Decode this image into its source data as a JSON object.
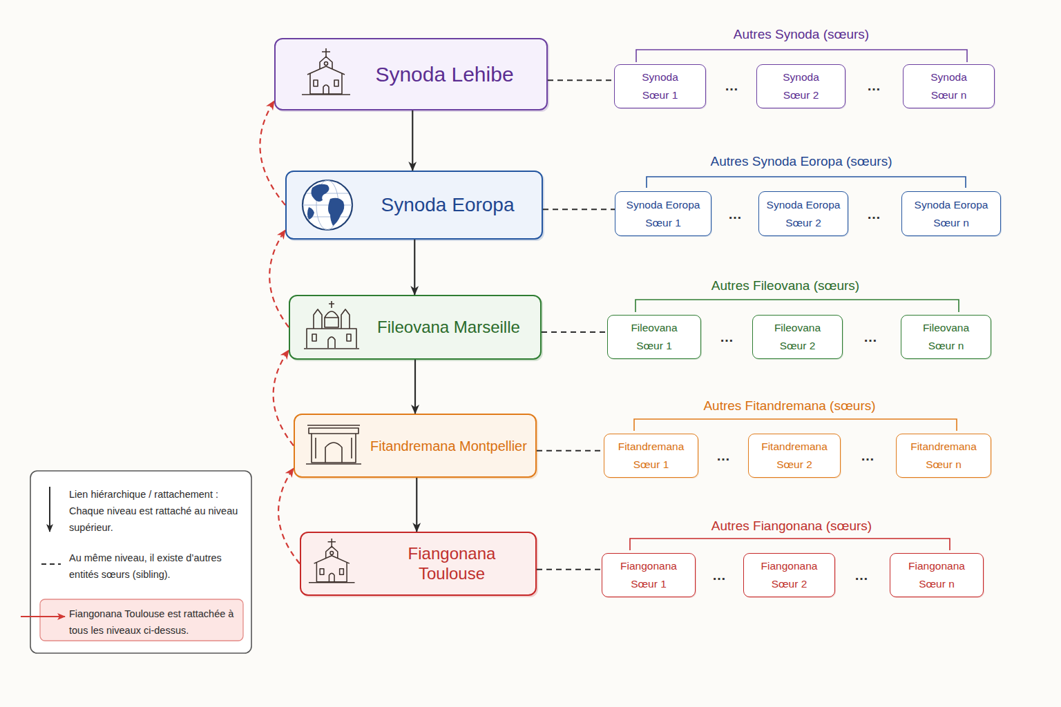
{
  "diagram": {
    "nodes": [
      {
        "text": [
          "Synoda Lehibe"
        ]
      },
      {
        "text": [
          "Synoda Sœur 1"
        ]
      },
      {
        "text": [
          "Synoda Sœur 2"
        ]
      },
      {
        "text": [
          "Synoda Sœur n"
        ]
      },
      {
        "text": [
          "Synoda Eoropa"
        ]
      },
      {
        "text": [
          "Synoda Eoropa Sœur 1"
        ]
      },
      {
        "text": [
          "Synoda Eoropa Sœur 2"
        ]
      },
      {
        "text": [
          "Synoda Eoropa Sœur n"
        ]
      },
      {
        "text": [
          "Fileovana Marseille"
        ]
      },
      {
        "text": [
          "Fileovana Sœur 1"
        ]
      },
      {
        "text": [
          "Fileovana Sœur 2"
        ]
      },
      {
        "text": [
          "Fileovana Sœur n"
        ]
      },
      {
        "text": [
          "Fitandremana Montpellier"
        ]
      },
      {
        "text": [
          "Fitandremana Sœur 1"
        ]
      },
      {
        "text": [
          "Fitandremana Sœur 2"
        ]
      },
      {
        "text": [
          "Fitandremana Sœur n"
        ]
      },
      {
        "text": [
          "Fiangonana Toulouse"
        ]
      },
      {
        "text": [
          "Fiangonana Sœur 1"
        ]
      },
      {
        "text": [
          "Fiangonana Sœur 2"
        ]
      },
      {
        "text": [
          "Fiangonana Sœur n"
        ]
      }
    ],
    "edges": [
      {
        "from": 0,
        "to": 4,
        "arrow": "to"
      },
      {
        "from": 4,
        "to": 8,
        "arrow": "to"
      },
      {
        "from": 8,
        "to": 12,
        "arrow": "to"
      },
      {
        "from": 12,
        "to": 16,
        "arrow": "to"
      },
      {
        "from": 0,
        "to": 1,
        "arrow": "none"
      },
      {
        "from": 4,
        "to": 5,
        "arrow": "none"
      },
      {
        "from": 8,
        "to": 9,
        "arrow": "none"
      },
      {
        "from": 12,
        "to": 13,
        "arrow": "none"
      },
      {
        "from": 16,
        "to": 17,
        "arrow": "none"
      },
      {
        "from": 16,
        "to": 12,
        "arrow": "to"
      },
      {
        "from": 12,
        "to": 8,
        "arrow": "to"
      },
      {
        "from": 8,
        "to": 4,
        "arrow": "to"
      },
      {
        "from": 4,
        "to": 0,
        "arrow": "to"
      }
    ],
    "labels": [
      "Autres Synoda (sœurs)",
      "…",
      "…",
      "Autres Synoda Eoropa (sœurs)",
      "…",
      "…",
      "Autres Fileovana (sœurs)",
      "…",
      "…",
      "Autres Fitandremana (sœurs)",
      "…",
      "…",
      "Autres Fiangonana (sœurs)",
      "…",
      "…"
    ],
    "legend": [
      {
        "text": "Lien hiérarchique / rattachement : Chaque niveau est rattaché au niveau supérieur."
      },
      {
        "text": "Au même niveau, il existe d’autres entités sœurs (sibling)."
      },
      {
        "text": "Fiangonana Toulouse est rattachée à tous les niveaux ci-dessus."
      }
    ]
  }
}
